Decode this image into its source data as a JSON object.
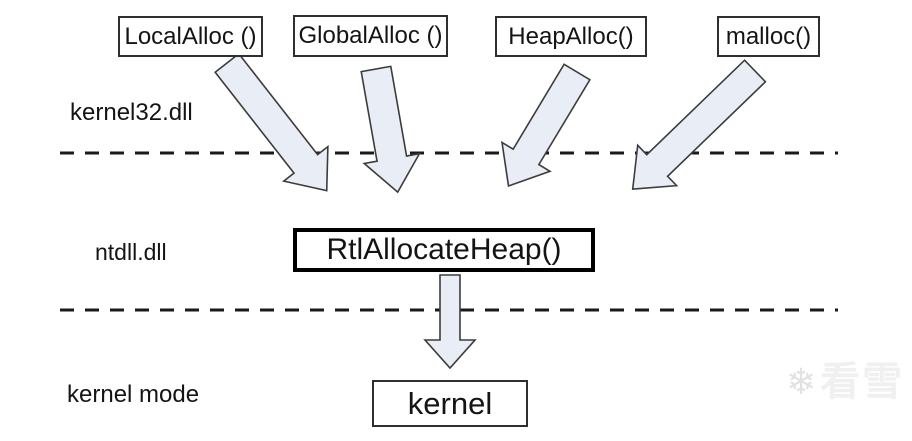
{
  "diagram": {
    "title_context": "Windows heap allocation API flow",
    "api_boxes": [
      {
        "id": "localalloc",
        "label": "LocalAlloc ()"
      },
      {
        "id": "globalalloc",
        "label": "GlobalAlloc ()"
      },
      {
        "id": "heapalloc",
        "label": "HeapAlloc()"
      },
      {
        "id": "malloc",
        "label": "malloc()"
      }
    ],
    "layer_labels": [
      {
        "id": "kernel32",
        "label": "kernel32.dll"
      },
      {
        "id": "ntdll",
        "label": "ntdll.dll"
      },
      {
        "id": "kernel-mode",
        "label": "kernel mode"
      }
    ],
    "central_box": {
      "label": "RtlAllocateHeap()"
    },
    "kernel_box": {
      "label": "kernel"
    },
    "edges": [
      {
        "from": "LocalAlloc ()",
        "to": "RtlAllocateHeap()"
      },
      {
        "from": "GlobalAlloc ()",
        "to": "RtlAllocateHeap()"
      },
      {
        "from": "HeapAlloc()",
        "to": "RtlAllocateHeap()"
      },
      {
        "from": "malloc()",
        "to": "RtlAllocateHeap()"
      },
      {
        "from": "RtlAllocateHeap()",
        "to": "kernel"
      }
    ],
    "colors": {
      "background": "#ffffff",
      "arrow_fill": "#e9edf6",
      "arrow_stroke": "#3c3c3c",
      "dash_line": "#1a1a1a",
      "box_border": "#2f2f2f",
      "central_box_border": "#000000",
      "text": "#141414",
      "watermark": "#ededed"
    },
    "watermark": {
      "icon": "snowflake",
      "snowflake_char": "❄",
      "text": "看雪"
    }
  }
}
